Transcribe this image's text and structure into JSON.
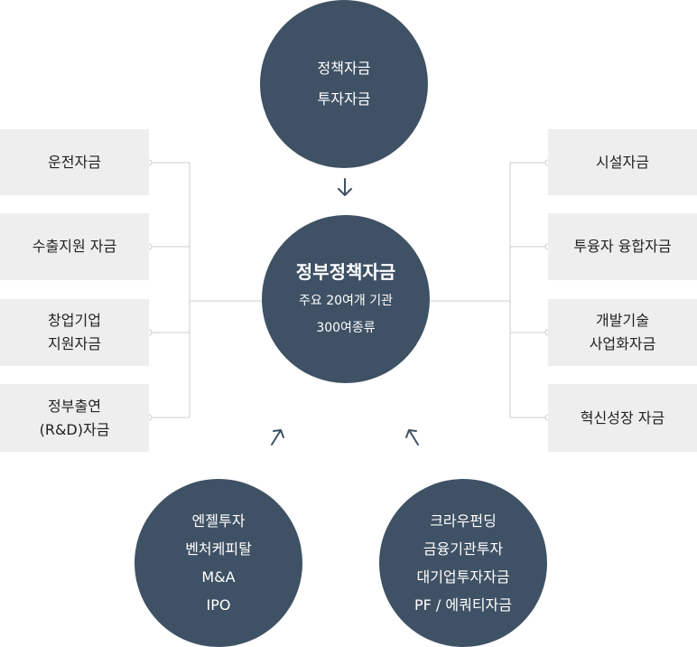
{
  "top_circle": {
    "lines": [
      "정책자금",
      "투자자금"
    ]
  },
  "center_circle": {
    "title": "정부정책자금",
    "lines": [
      "주요 20여개 기관",
      "300여종류"
    ]
  },
  "left_boxes": [
    {
      "lines": [
        "운전자금"
      ]
    },
    {
      "lines": [
        "수출지원 자금"
      ]
    },
    {
      "lines": [
        "창업기업",
        "지원자금"
      ]
    },
    {
      "lines": [
        "정부출연",
        "(R&D)자금"
      ]
    }
  ],
  "right_boxes": [
    {
      "lines": [
        "시설자금"
      ]
    },
    {
      "lines": [
        "투융자 융합자금"
      ]
    },
    {
      "lines": [
        "개발기술",
        "사업화자금"
      ]
    },
    {
      "lines": [
        "혁신성장 자금"
      ]
    }
  ],
  "bottom_left_circle": {
    "lines": [
      "엔젤투자",
      "벤처케피탈",
      "M&A",
      "IPO"
    ]
  },
  "bottom_right_circle": {
    "lines": [
      "크라우펀딩",
      "금융기관투자",
      "대기업투자자금",
      "PF / 에쿼티자금"
    ]
  },
  "colors": {
    "circle": "#3f5164",
    "box": "#eeeeee",
    "connector": "#cccccc"
  }
}
